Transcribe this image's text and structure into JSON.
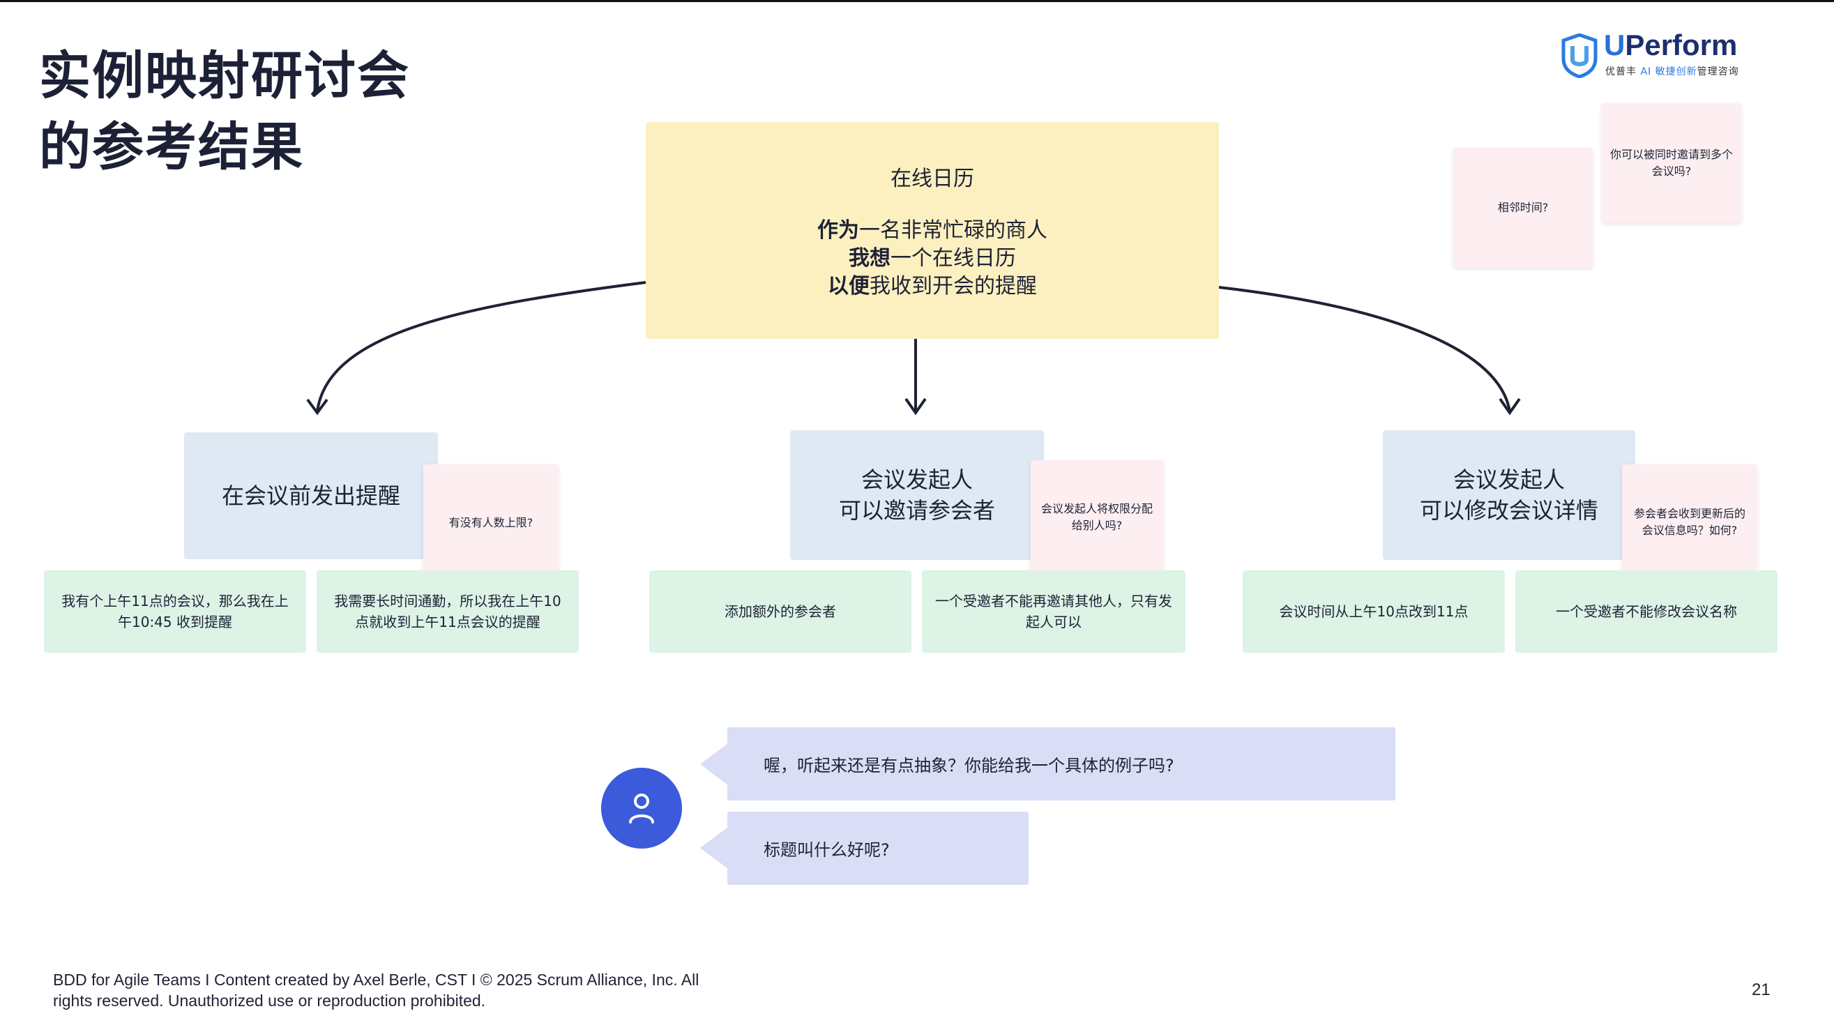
{
  "title": {
    "line1": "实例映射研讨会",
    "line2": "的参考结果"
  },
  "logo": {
    "word_u": "U",
    "word_rest": "Perform",
    "sub_prefix": "优普丰 ",
    "sub_ai": "AI 敏捷创新",
    "sub_suffix": "管理咨询"
  },
  "story": {
    "title": "在线日历",
    "as_keyword": "作为",
    "as_text": "一名非常忙碌的商人",
    "want_keyword": "我想",
    "want_text": "一个在线日历",
    "so_keyword": "以便",
    "so_text": "我收到开会的提醒"
  },
  "rules": [
    {
      "label": "在会议前发出提醒"
    },
    {
      "line1": "会议发起人",
      "line2": "可以邀请参会者"
    },
    {
      "line1": "会议发起人",
      "line2": "可以修改会议详情"
    }
  ],
  "questions": [
    "有没有人数上限?",
    "会议发起人将权限分配给别人吗?",
    "参会者会收到更新后的会议信息吗？如何?",
    "相邻时间?",
    "你可以被同时邀请到多个会议吗?"
  ],
  "examples": [
    "我有个上午11点的会议，那么我在上午10:45 收到提醒",
    "我需要长时间通勤，所以我在上午10点就收到上午11点会议的提醒",
    "添加额外的参会者",
    "一个受邀者不能再邀请其他人，只有发起人可以",
    "会议时间从上午10点改到11点",
    "一个受邀者不能修改会议名称"
  ],
  "chat": {
    "message1": "喔，听起来还是有点抽象？你能给我一个具体的例子吗?",
    "message2": "标题叫什么好呢?",
    "avatar_icon": "user-icon"
  },
  "footer": {
    "text": "BDD for Agile Teams I Content created by Axel Berle, CST I © 2025 Scrum Alliance, Inc. All rights reserved. Unauthorized use or reproduction prohibited.",
    "page": "21"
  },
  "colors": {
    "story": "#fcf0c0",
    "rule": "#dfe9f4",
    "example": "#dcf3e6",
    "question": "#fdeff1",
    "chat": "#d9ddf6",
    "avatar": "#3b5bdb",
    "arrow": "#1e2235"
  }
}
